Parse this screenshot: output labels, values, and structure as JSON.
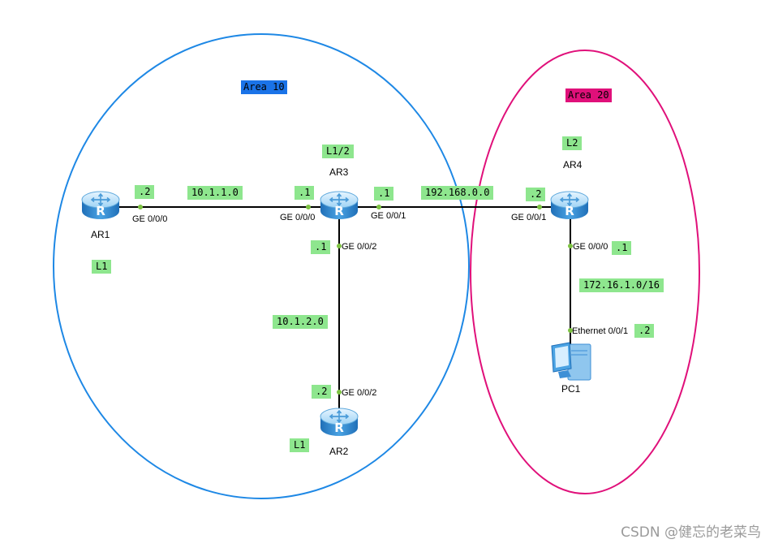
{
  "areas": [
    {
      "id": "area10",
      "label": "Area 10",
      "bg": "#1a73e8",
      "fg": "#000000",
      "stroke": "#1e88e5"
    },
    {
      "id": "area20",
      "label": "Area 20",
      "bg": "#e0107a",
      "fg": "#000000",
      "stroke": "#e0107a"
    }
  ],
  "devices": {
    "ar1": {
      "name": "AR1",
      "type": "router"
    },
    "ar2": {
      "name": "AR2",
      "type": "router"
    },
    "ar3": {
      "name": "AR3",
      "type": "router"
    },
    "ar4": {
      "name": "AR4",
      "type": "router"
    },
    "pc1": {
      "name": "PC1",
      "type": "pc"
    }
  },
  "interfaces": {
    "ar1_ge000": "GE 0/0/0",
    "ar3_ge000": "GE 0/0/0",
    "ar3_ge001": "GE 0/0/1",
    "ar3_ge002": "GE 0/0/2",
    "ar2_ge002": "GE 0/0/2",
    "ar4_ge001": "GE 0/0/1",
    "ar4_ge000": "GE 0/0/0",
    "pc1_eth001": "Ethernet 0/0/1"
  },
  "networks": {
    "net_ar1_ar3": "10.1.1.0",
    "net_ar3_ar2": "10.1.2.0",
    "net_ar3_ar4": "192.168.0.0",
    "net_ar4_pc1": "172.16.1.0/16"
  },
  "hosts": {
    "ar1": ".2",
    "ar3_left": ".1",
    "ar3_right": ".1",
    "ar3_down": ".1",
    "ar2": ".2",
    "ar4_left": ".2",
    "ar4_down": ".1",
    "pc1": ".2"
  },
  "levels": {
    "ar1": "L1",
    "ar2": "L1",
    "ar3": "L1/2",
    "ar4": "L2"
  },
  "colors": {
    "tag_bg": "#8ee68e",
    "link": "#000000",
    "port_dot": "#7dc242",
    "router_body": "#3d8fd6"
  },
  "watermark": "CSDN @健忘的老菜鸟"
}
